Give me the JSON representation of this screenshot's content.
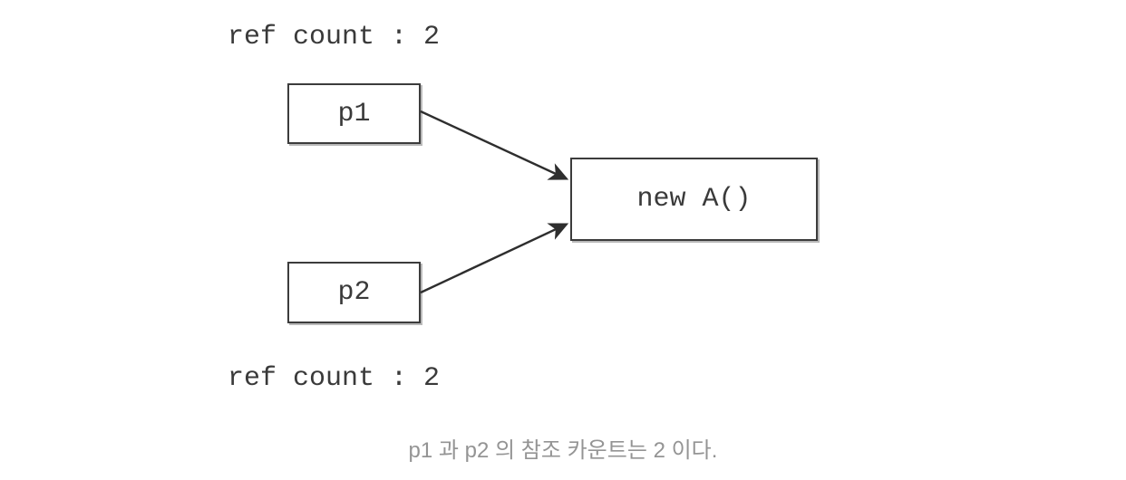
{
  "diagram": {
    "type": "reference-count-diagram",
    "background_color": "#ffffff",
    "labels": {
      "ref_count_top": "ref count : 2",
      "ref_count_bottom": "ref count : 2"
    },
    "nodes": [
      {
        "id": "p1",
        "text": "p1"
      },
      {
        "id": "p2",
        "text": "p2"
      },
      {
        "id": "new_a",
        "text": "new A()"
      }
    ],
    "arrows": [
      {
        "from": "p1",
        "to": "new_a"
      },
      {
        "from": "p2",
        "to": "new_a"
      }
    ],
    "colors": {
      "box_border": "#3c3c3c",
      "box_shadow": "#b9b9b9",
      "text": "#3a3a3a",
      "caption_text": "#949494",
      "arrow": "#3a3a3a"
    }
  },
  "caption": {
    "text": "p1 과 p2 의 참조 카운트는 2 이다."
  }
}
